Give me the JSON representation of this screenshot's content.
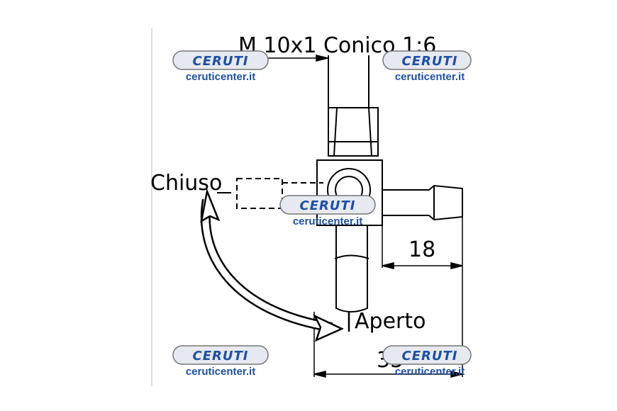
{
  "labels": {
    "thread_spec": "M 10x1 Conico 1:6",
    "closed": "Chiuso",
    "open": "Aperto",
    "dim_outlet": "18",
    "dim_width": "35"
  },
  "watermark": {
    "brand": "CERUTI",
    "url": "ceruticenter.it",
    "color": "#1d4fa8"
  }
}
